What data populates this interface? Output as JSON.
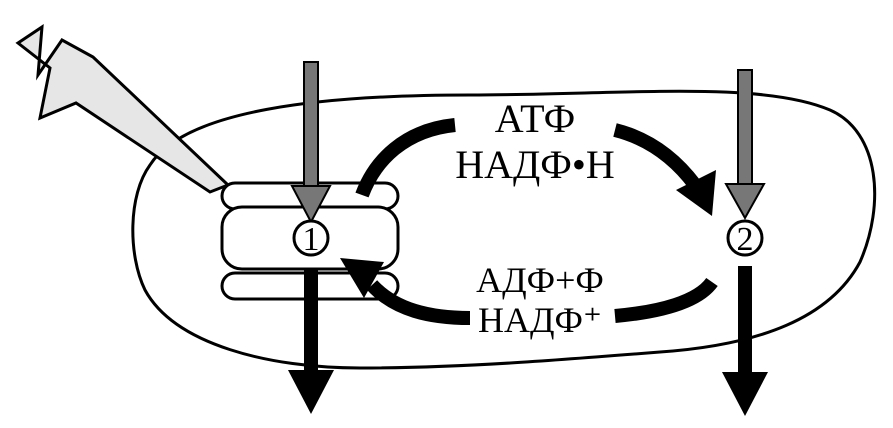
{
  "labels": {
    "products_line1": "АТФ",
    "products_line2": "НАДФ•Н",
    "returns_line1": "АДФ+Ф",
    "returns_line2": "НАДФ⁺"
  },
  "stages": {
    "light_phase_number": "1",
    "dark_phase_number": "2"
  },
  "colors": {
    "outline": "#000000",
    "input_arrow": "#777777",
    "lightning_fill": "#e6e6e6"
  },
  "icons": {
    "light": "lightning-icon"
  }
}
